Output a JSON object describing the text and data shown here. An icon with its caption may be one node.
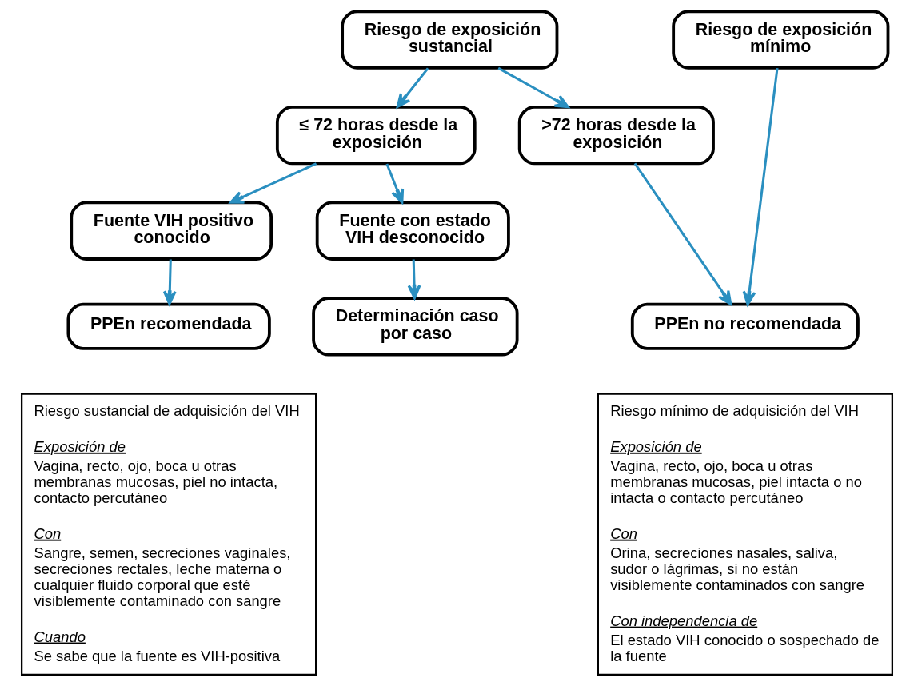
{
  "diagram": {
    "nodes": [
      {
        "text": [
          "Riesgo de exposición sustancial"
        ]
      },
      {
        "text": [
          "Riesgo de exposición mínimo"
        ]
      },
      {
        "text": [
          "≤ 72 horas desde la exposición"
        ]
      },
      {
        "text": [
          ">72 horas desde la exposición"
        ]
      },
      {
        "text": [
          "Fuente VIH positivo conocido"
        ]
      },
      {
        "text": [
          "Fuente con estado VIH desconocido"
        ]
      },
      {
        "text": [
          "PPEn recomendada"
        ]
      },
      {
        "text": [
          "Determinación caso por caso"
        ]
      },
      {
        "text": [
          "PPEn no recomendada"
        ]
      },
      {
        "text": [
          "Riesgo sustancial de adquisición del VIH",
          "Exposición de",
          "Vagina, recto, ojo, boca u otras membranas mucosas, piel no intacta, contacto percutáneo",
          "Con",
          "Sangre, semen, secreciones vaginales, secreciones rectales, leche materna o cualquier fluido corporal que esté visiblemente contaminado con sangre",
          "Cuando",
          "Se sabe que la fuente es VIH-positiva"
        ]
      },
      {
        "text": [
          "Riesgo mínimo de adquisición del VIH",
          "Exposición de",
          "Vagina, recto, ojo, boca u otras membranas mucosas, piel intacta o no intacta o contacto percutáneo",
          "Con",
          "Orina, secreciones nasales, saliva, sudor o lágrimas, si no están visiblemente contaminados con sangre",
          "Con independencia de",
          "El estado VIH conocido o sospechado de la fuente"
        ]
      }
    ],
    "edges": [
      {
        "from": 0,
        "to": 2,
        "arrow": "to"
      },
      {
        "from": 0,
        "to": 3,
        "arrow": "to"
      },
      {
        "from": 2,
        "to": 4,
        "arrow": "to"
      },
      {
        "from": 2,
        "to": 5,
        "arrow": "to"
      },
      {
        "from": 4,
        "to": 6,
        "arrow": "to"
      },
      {
        "from": 5,
        "to": 7,
        "arrow": "to"
      },
      {
        "from": 3,
        "to": 8,
        "arrow": "to"
      },
      {
        "from": 1,
        "to": 8,
        "arrow": "to"
      }
    ]
  }
}
